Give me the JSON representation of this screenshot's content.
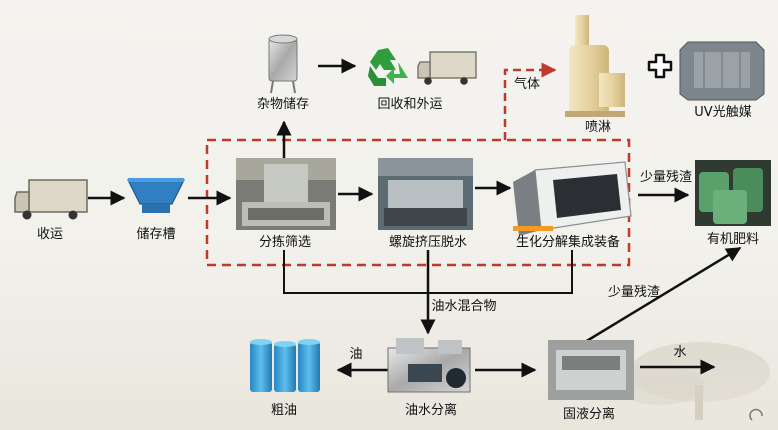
{
  "nodes": {
    "collect": "收运",
    "storage_tank": "储存槽",
    "sorting": "分拣筛选",
    "screw_press": "螺旋挤压脱水",
    "bio_device": "生化分解集成装备",
    "debris_storage": "杂物储存",
    "recycle": "回收和外运",
    "spray": "喷淋",
    "uv": "UV光触媒",
    "fertilizer": "有机肥料",
    "oil_water_sep": "油水分离",
    "crude_oil": "粗油",
    "solid_liquid_sep": "固液分离"
  },
  "edges": {
    "gas": "气体",
    "small_residue_top": "少量残渣",
    "small_residue_bottom": "少量残渣",
    "oil_water_mix": "油水混合物",
    "oil": "油",
    "water": "水"
  },
  "colors": {
    "dashed_border": "#c0392b",
    "arrow": "#111111",
    "recycle_green": "#2e9e3c",
    "tank_blue": "#3fa0d8"
  }
}
